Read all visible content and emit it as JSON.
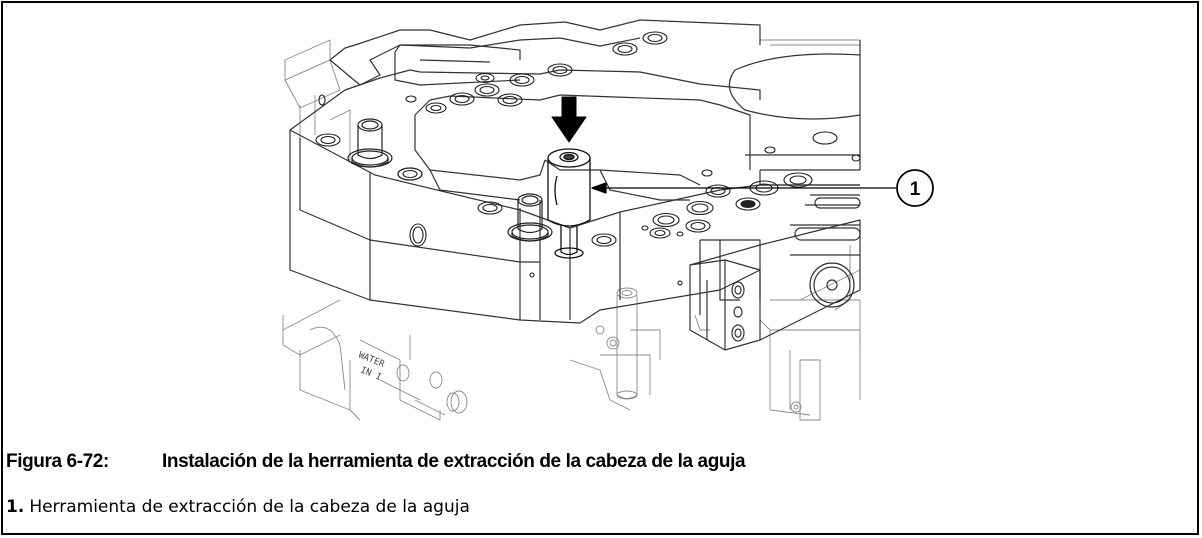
{
  "figure": {
    "number": "Figura 6-72:",
    "title": "Instalación de la herramienta de extracción de la cabeza de la aguja"
  },
  "callouts": [
    {
      "number": "1",
      "label": "Herramienta de extracción de la cabeza de la aguja"
    }
  ],
  "drawing_text": {
    "water_line1": "WATER",
    "water_line2": "IN I"
  }
}
